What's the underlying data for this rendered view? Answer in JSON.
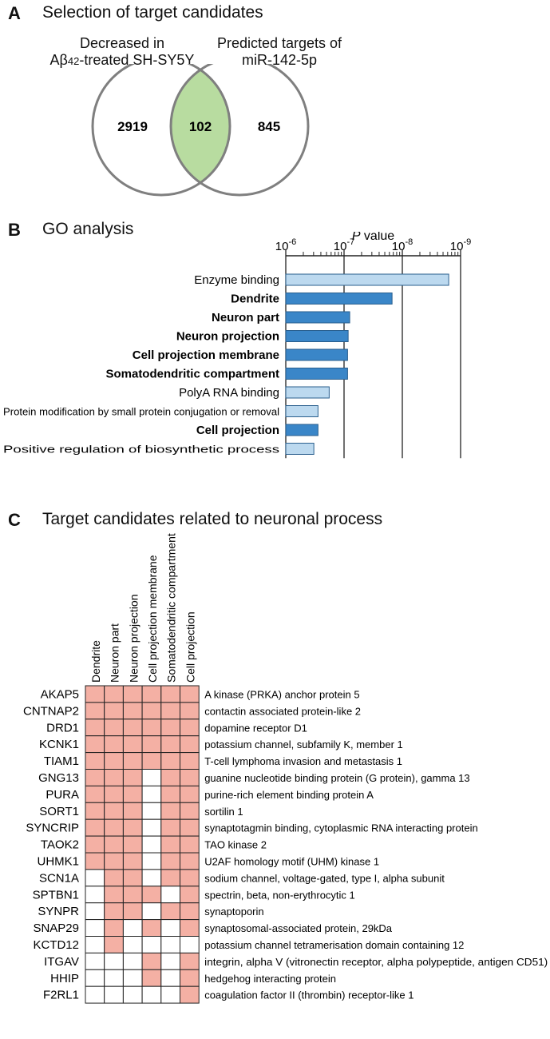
{
  "panel_a": {
    "letter": "A",
    "title": "Selection of target candidates",
    "left_label_line1": "Decreased in",
    "left_label_line2_prefix": "Aβ",
    "left_label_line2_sub": "42",
    "left_label_line2_suffix": "-treated SH-SY5Y",
    "right_label_line1": "Predicted targets of",
    "right_label_line2": "miR-142-5p",
    "left_only": "2919",
    "overlap": "102",
    "right_only": "845",
    "overlap_color": "#b8dca0",
    "circle_color": "#7f7f7f"
  },
  "panel_b": {
    "letter": "B",
    "title": "GO analysis"
  },
  "panel_c": {
    "letter": "C",
    "title": "Target candidates related to neuronal process"
  },
  "chart_data": [
    {
      "type": "bar",
      "orientation": "horizontal",
      "axis_title": "P value",
      "axis_title_italic_part": "P",
      "scale": "log",
      "ticks": [
        {
          "base": "10",
          "exp": "-6"
        },
        {
          "base": "10",
          "exp": "-7"
        },
        {
          "base": "10",
          "exp": "-8"
        },
        {
          "base": "10",
          "exp": "-9"
        }
      ],
      "xlim": [
        1e-06,
        1e-09
      ],
      "categories": [
        "Enzyme binding",
        "Dendrite",
        "Neuron part",
        "Neuron projection",
        "Cell projection membrane",
        "Somatodendritic compartment",
        "PolyA RNA binding",
        "Protein modification by small protein conjugation or removal",
        "Cell projection",
        "Positive regulation of biosynthetic process"
      ],
      "bold": [
        false,
        true,
        true,
        true,
        true,
        true,
        false,
        false,
        true,
        false
      ],
      "values": [
        1.6e-09,
        1.5e-08,
        8e-08,
        8.5e-08,
        8.7e-08,
        8.7e-08,
        1.8e-07,
        2.8e-07,
        2.8e-07,
        3.3e-07
      ],
      "neuronal": [
        false,
        true,
        true,
        true,
        true,
        true,
        false,
        false,
        true,
        false
      ],
      "colors": {
        "neuronal": "#3a86c8",
        "other": "#bcd9ef",
        "edge": "#2a5f8e"
      }
    },
    {
      "type": "table",
      "columns": [
        "Dendrite",
        "Neuron part",
        "Neuron projection",
        "Cell projection membrane",
        "Somatodendritic compartment",
        "Cell projection"
      ],
      "fill_color": "#f4b0a4",
      "rows": [
        {
          "gene": "AKAP5",
          "desc": "A kinase (PRKA) anchor protein 5",
          "flags": [
            1,
            1,
            1,
            1,
            1,
            1
          ]
        },
        {
          "gene": "CNTNAP2",
          "desc": "contactin associated protein-like 2",
          "flags": [
            1,
            1,
            1,
            1,
            1,
            1
          ]
        },
        {
          "gene": "DRD1",
          "desc": "dopamine receptor D1",
          "flags": [
            1,
            1,
            1,
            1,
            1,
            1
          ]
        },
        {
          "gene": "KCNK1",
          "desc": "potassium channel, subfamily K, member 1",
          "flags": [
            1,
            1,
            1,
            1,
            1,
            1
          ]
        },
        {
          "gene": "TIAM1",
          "desc": "T-cell lymphoma invasion and metastasis 1",
          "flags": [
            1,
            1,
            1,
            1,
            1,
            1
          ]
        },
        {
          "gene": "GNG13",
          "desc": "guanine nucleotide binding protein (G protein), gamma 13",
          "flags": [
            1,
            1,
            1,
            0,
            1,
            1
          ]
        },
        {
          "gene": "PURA",
          "desc": "purine-rich element binding protein A",
          "flags": [
            1,
            1,
            1,
            0,
            1,
            1
          ]
        },
        {
          "gene": "SORT1",
          "desc": "sortilin 1",
          "flags": [
            1,
            1,
            1,
            0,
            1,
            1
          ]
        },
        {
          "gene": "SYNCRIP",
          "desc": "synaptotagmin binding, cytoplasmic RNA interacting protein",
          "flags": [
            1,
            1,
            1,
            0,
            1,
            1
          ]
        },
        {
          "gene": "TAOK2",
          "desc": "TAO kinase 2",
          "flags": [
            1,
            1,
            1,
            0,
            1,
            1
          ]
        },
        {
          "gene": "UHMK1",
          "desc": "U2AF homology motif (UHM) kinase 1",
          "flags": [
            1,
            1,
            1,
            0,
            1,
            1
          ]
        },
        {
          "gene": "SCN1A",
          "desc": "sodium channel, voltage-gated, type I, alpha subunit",
          "flags": [
            0,
            1,
            1,
            0,
            1,
            1
          ]
        },
        {
          "gene": "SPTBN1",
          "desc": "spectrin, beta, non-erythrocytic 1",
          "flags": [
            0,
            1,
            1,
            1,
            0,
            1
          ]
        },
        {
          "gene": "SYNPR",
          "desc": "synaptoporin",
          "flags": [
            0,
            1,
            1,
            0,
            1,
            1
          ]
        },
        {
          "gene": "SNAP29",
          "desc": "synaptosomal-associated protein, 29kDa",
          "flags": [
            0,
            1,
            0,
            1,
            0,
            1
          ]
        },
        {
          "gene": "KCTD12",
          "desc": "potassium channel tetramerisation domain containing 12",
          "flags": [
            0,
            1,
            0,
            0,
            0,
            0
          ]
        },
        {
          "gene": "ITGAV",
          "desc": "integrin, alpha V (vitronectin receptor, alpha polypeptide, antigen CD51)",
          "flags": [
            0,
            0,
            0,
            1,
            0,
            1
          ]
        },
        {
          "gene": "HHIP",
          "desc": "hedgehog interacting protein",
          "flags": [
            0,
            0,
            0,
            1,
            0,
            1
          ]
        },
        {
          "gene": "F2RL1",
          "desc": "coagulation factor II (thrombin) receptor-like 1",
          "flags": [
            0,
            0,
            0,
            0,
            0,
            1
          ]
        }
      ]
    }
  ]
}
